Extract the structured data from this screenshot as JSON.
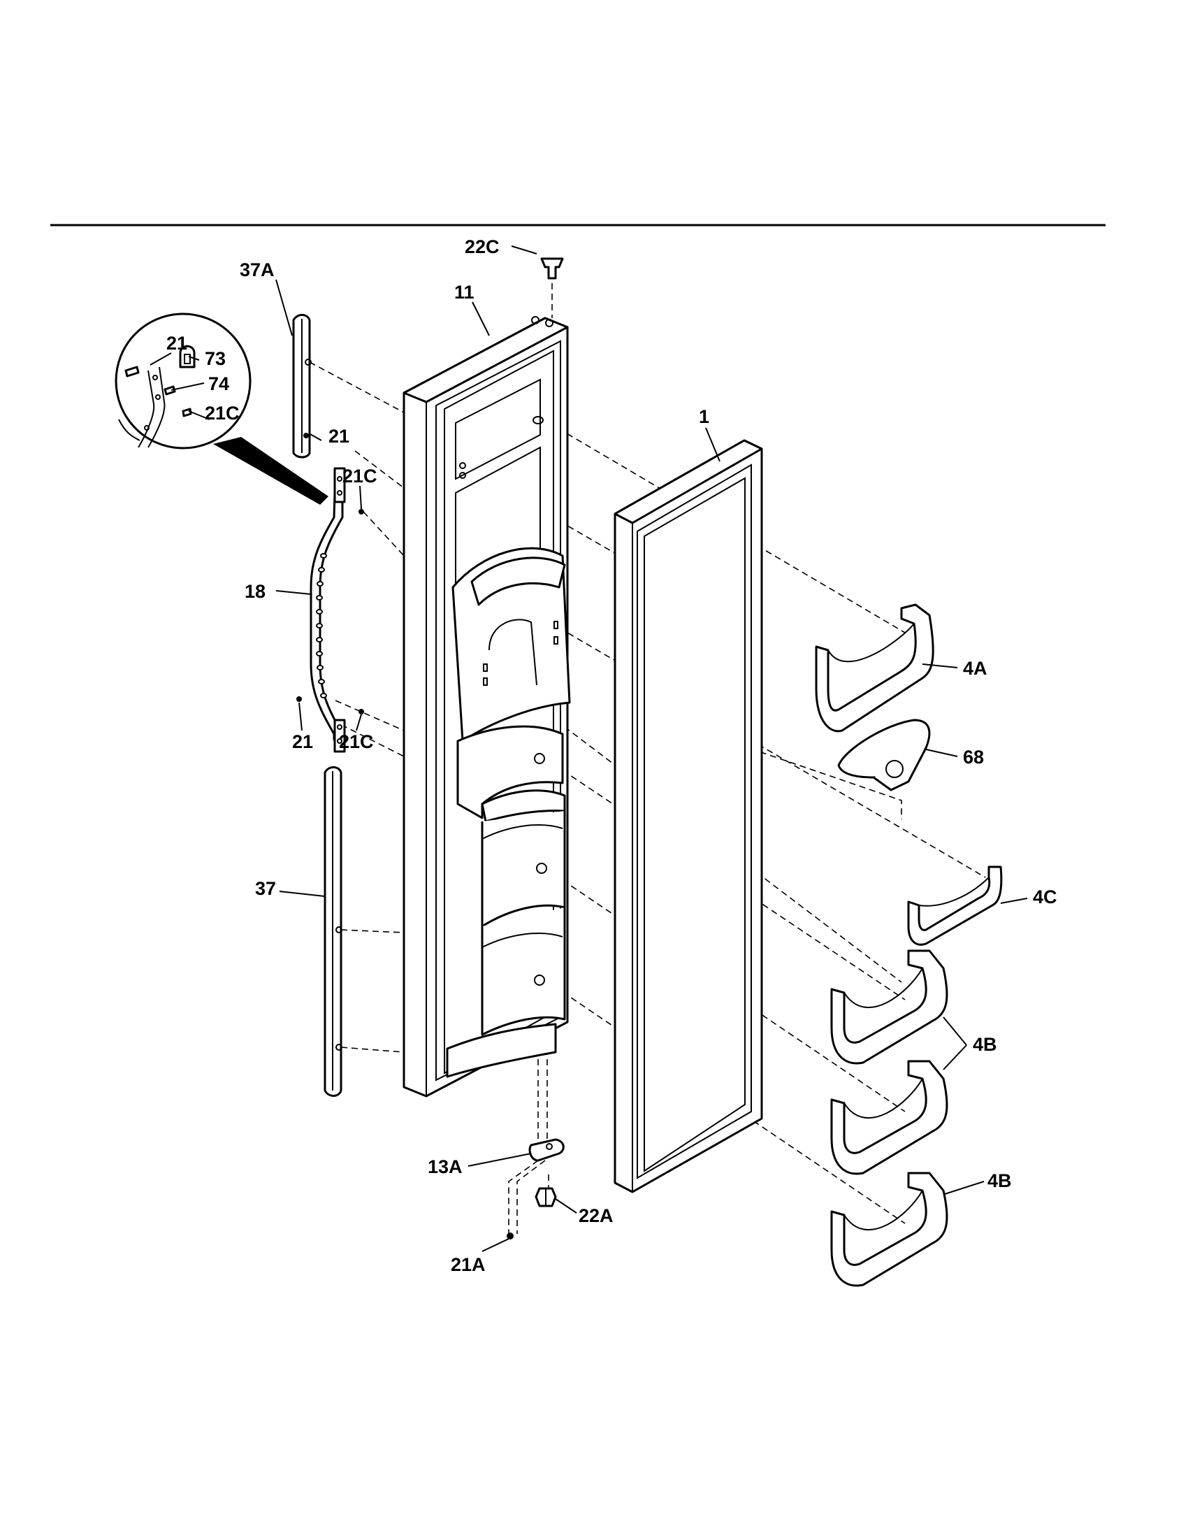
{
  "labels": {
    "p22C": "22C",
    "p11": "11",
    "p21_inset": "21",
    "p73": "73",
    "p74": "74",
    "p21C_inset": "21C",
    "p37A": "37A",
    "p21_top": "21",
    "p21C_top": "21C",
    "p1": "1",
    "p18": "18",
    "p4A": "4A",
    "p68": "68",
    "p21_bottom": "21",
    "p21C_bottom": "21C",
    "p37": "37",
    "p4C": "4C",
    "p4B_pair": "4B",
    "p4B_single": "4B",
    "p13A": "13A",
    "p22A": "22A",
    "p21A": "21A"
  }
}
